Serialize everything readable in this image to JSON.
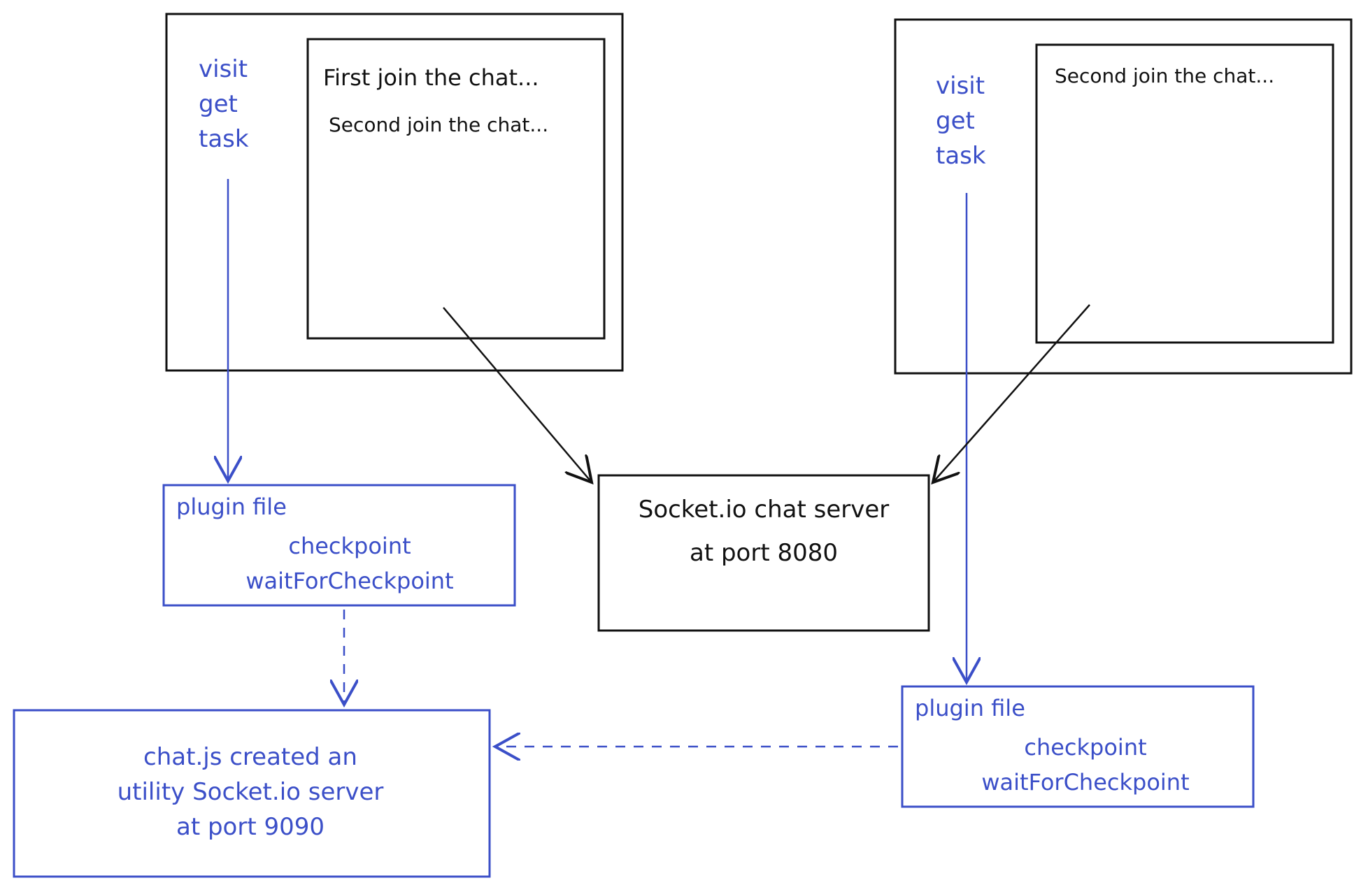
{
  "colors": {
    "ink_black": "#111111",
    "ink_blue": "#3b4fc8",
    "background": "#ffffff"
  },
  "left_browser": {
    "commands": [
      "visit",
      "get",
      "task"
    ],
    "chat_lines": [
      "First join the chat...",
      "Second join the chat..."
    ]
  },
  "right_browser": {
    "commands": [
      "visit",
      "get",
      "task"
    ],
    "chat_lines": [
      "Second join the chat..."
    ]
  },
  "chat_server": {
    "lines": [
      "Socket.io chat server",
      "at port 8080"
    ]
  },
  "left_plugin": {
    "title": "plugin file",
    "items": [
      "checkpoint",
      "waitForCheckpoint"
    ]
  },
  "right_plugin": {
    "title": "plugin file",
    "items": [
      "checkpoint",
      "waitForCheckpoint"
    ]
  },
  "utility_server": {
    "lines": [
      "chat.js created an",
      "utility Socket.io server",
      "at port 9090"
    ]
  }
}
